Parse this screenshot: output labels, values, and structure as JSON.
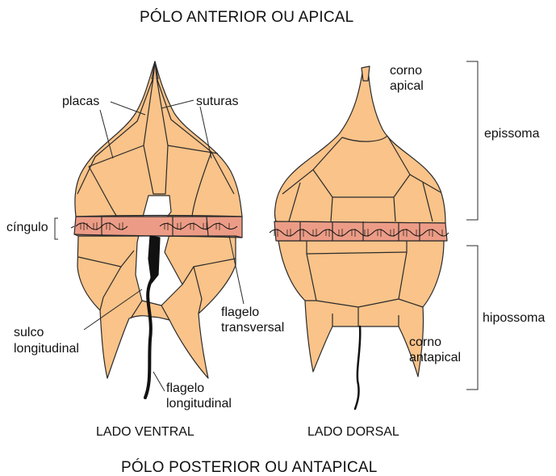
{
  "title_top": "PÓLO ANTERIOR OU APICAL",
  "title_bottom": "PÓLO POSTERIOR OU ANTAPICAL",
  "views": {
    "ventral": "LADO VENTRAL",
    "dorsal": "LADO DORSAL"
  },
  "labels": {
    "placas": "placas",
    "suturas": "suturas",
    "cingulo": "cíngulo",
    "sulco_1": "sulco",
    "sulco_2": "longitudinal",
    "flagelo_t_1": "flagelo",
    "flagelo_t_2": "transversal",
    "flagelo_l_1": "flagelo",
    "flagelo_l_2": "longitudinal",
    "corno_apical_1": "corno",
    "corno_apical_2": "apical",
    "epissoma": "epissoma",
    "hipossoma": "hipossoma",
    "corno_antapical_1": "corno",
    "corno_antapical_2": "antapical"
  },
  "colors": {
    "plate_fill": "#F9C389",
    "cingulum_fill": "#EC9C86",
    "outline": "#2a2a2a",
    "flagellum": "#111111",
    "sulcus_fill": "#ffffff"
  }
}
